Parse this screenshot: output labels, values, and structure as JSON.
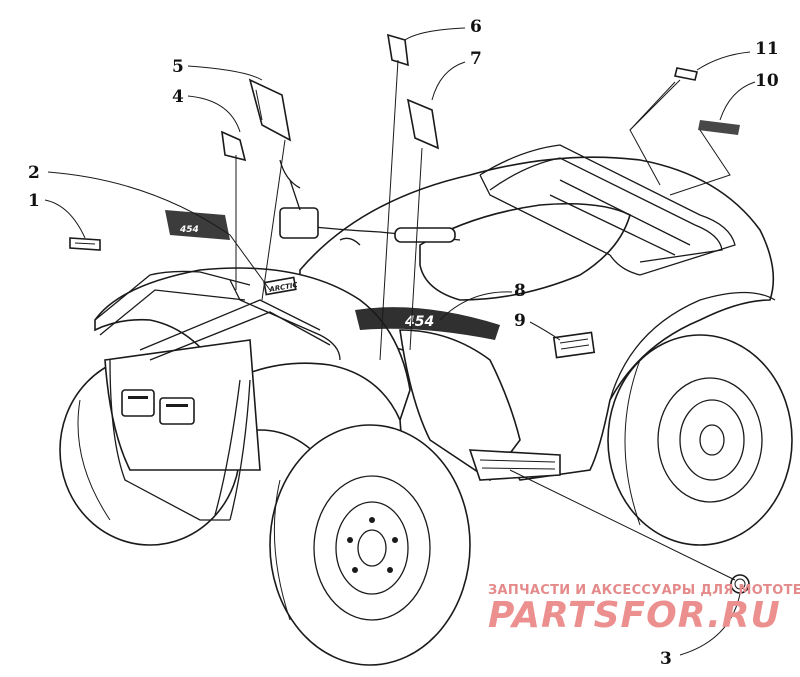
{
  "callouts": [
    {
      "id": "c1",
      "label": "1"
    },
    {
      "id": "c2",
      "label": "2"
    },
    {
      "id": "c3",
      "label": "3"
    },
    {
      "id": "c4",
      "label": "4"
    },
    {
      "id": "c5",
      "label": "5"
    },
    {
      "id": "c6",
      "label": "6"
    },
    {
      "id": "c7",
      "label": "7"
    },
    {
      "id": "c8",
      "label": "8"
    },
    {
      "id": "c9",
      "label": "9"
    },
    {
      "id": "c10",
      "label": "10"
    },
    {
      "id": "c11",
      "label": "11"
    }
  ],
  "decals": {
    "model_number_front": "454",
    "model_number_side": "454",
    "brand_mark": "ARCTIC"
  },
  "watermark": {
    "tagline": "ЗАПЧАСТИ И АКСЕССУАРЫ ДЛЯ МОТОТЕХНИКИ",
    "brand": "PARTSFOR.RU"
  },
  "colors": {
    "line": "#1a1a1a",
    "watermark": "#ec8f8f",
    "background": "#ffffff"
  }
}
